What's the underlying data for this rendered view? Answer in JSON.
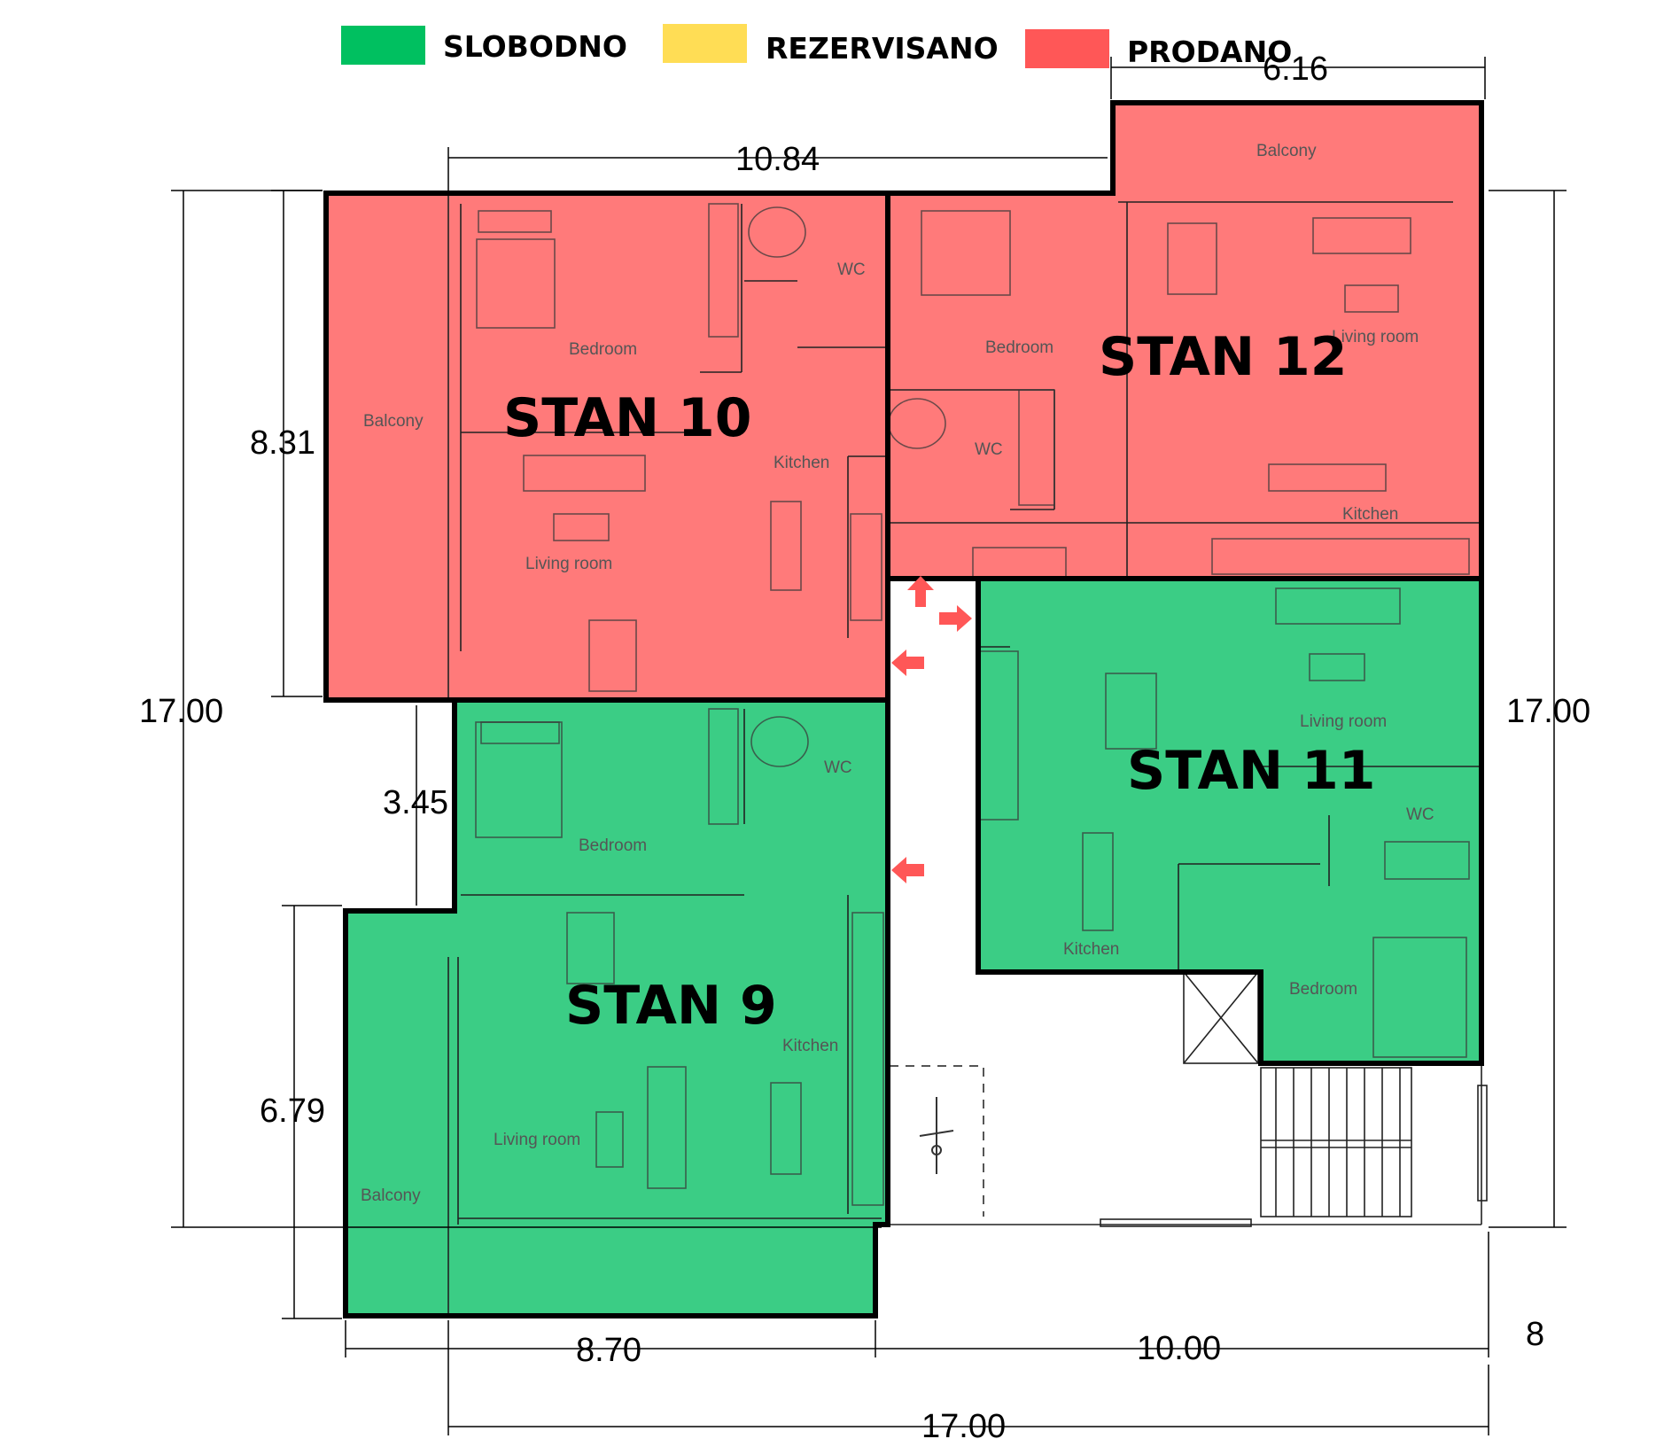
{
  "legend": {
    "available": {
      "label": "SLOBODNO",
      "color": "#00C060"
    },
    "reserved": {
      "label": "REZERVISANO",
      "color": "#FFDD55"
    },
    "sold": {
      "label": "PRODANO",
      "color": "#FF5757"
    }
  },
  "units": [
    {
      "name": "STAN 10",
      "status": "sold",
      "fill": "#FF7A7A"
    },
    {
      "name": "STAN 12",
      "status": "sold",
      "fill": "#FF7A7A"
    },
    {
      "name": "STAN 11",
      "status": "available",
      "fill": "#3BCD85"
    },
    {
      "name": "STAN 9",
      "status": "available",
      "fill": "#3BCD85"
    }
  ],
  "rooms": {
    "balcony": "Balcony",
    "bedroom": "Bedroom",
    "living_room": "Living room",
    "kitchen": "Kitchen",
    "wc": "WC"
  },
  "dimensions": {
    "top_left_width": "10.84",
    "top_right_width": "6.16",
    "left_upper_height": "8.31",
    "left_middle_offset": "3.45",
    "left_lower_height": "6.79",
    "total_height_left": "17.00",
    "total_height_right": "17.00",
    "bottom_left_width": "8.70",
    "bottom_right_width": "10.00",
    "total_width": "17.00"
  },
  "page_number": "8",
  "entry_arrow_color": "#FF5757"
}
